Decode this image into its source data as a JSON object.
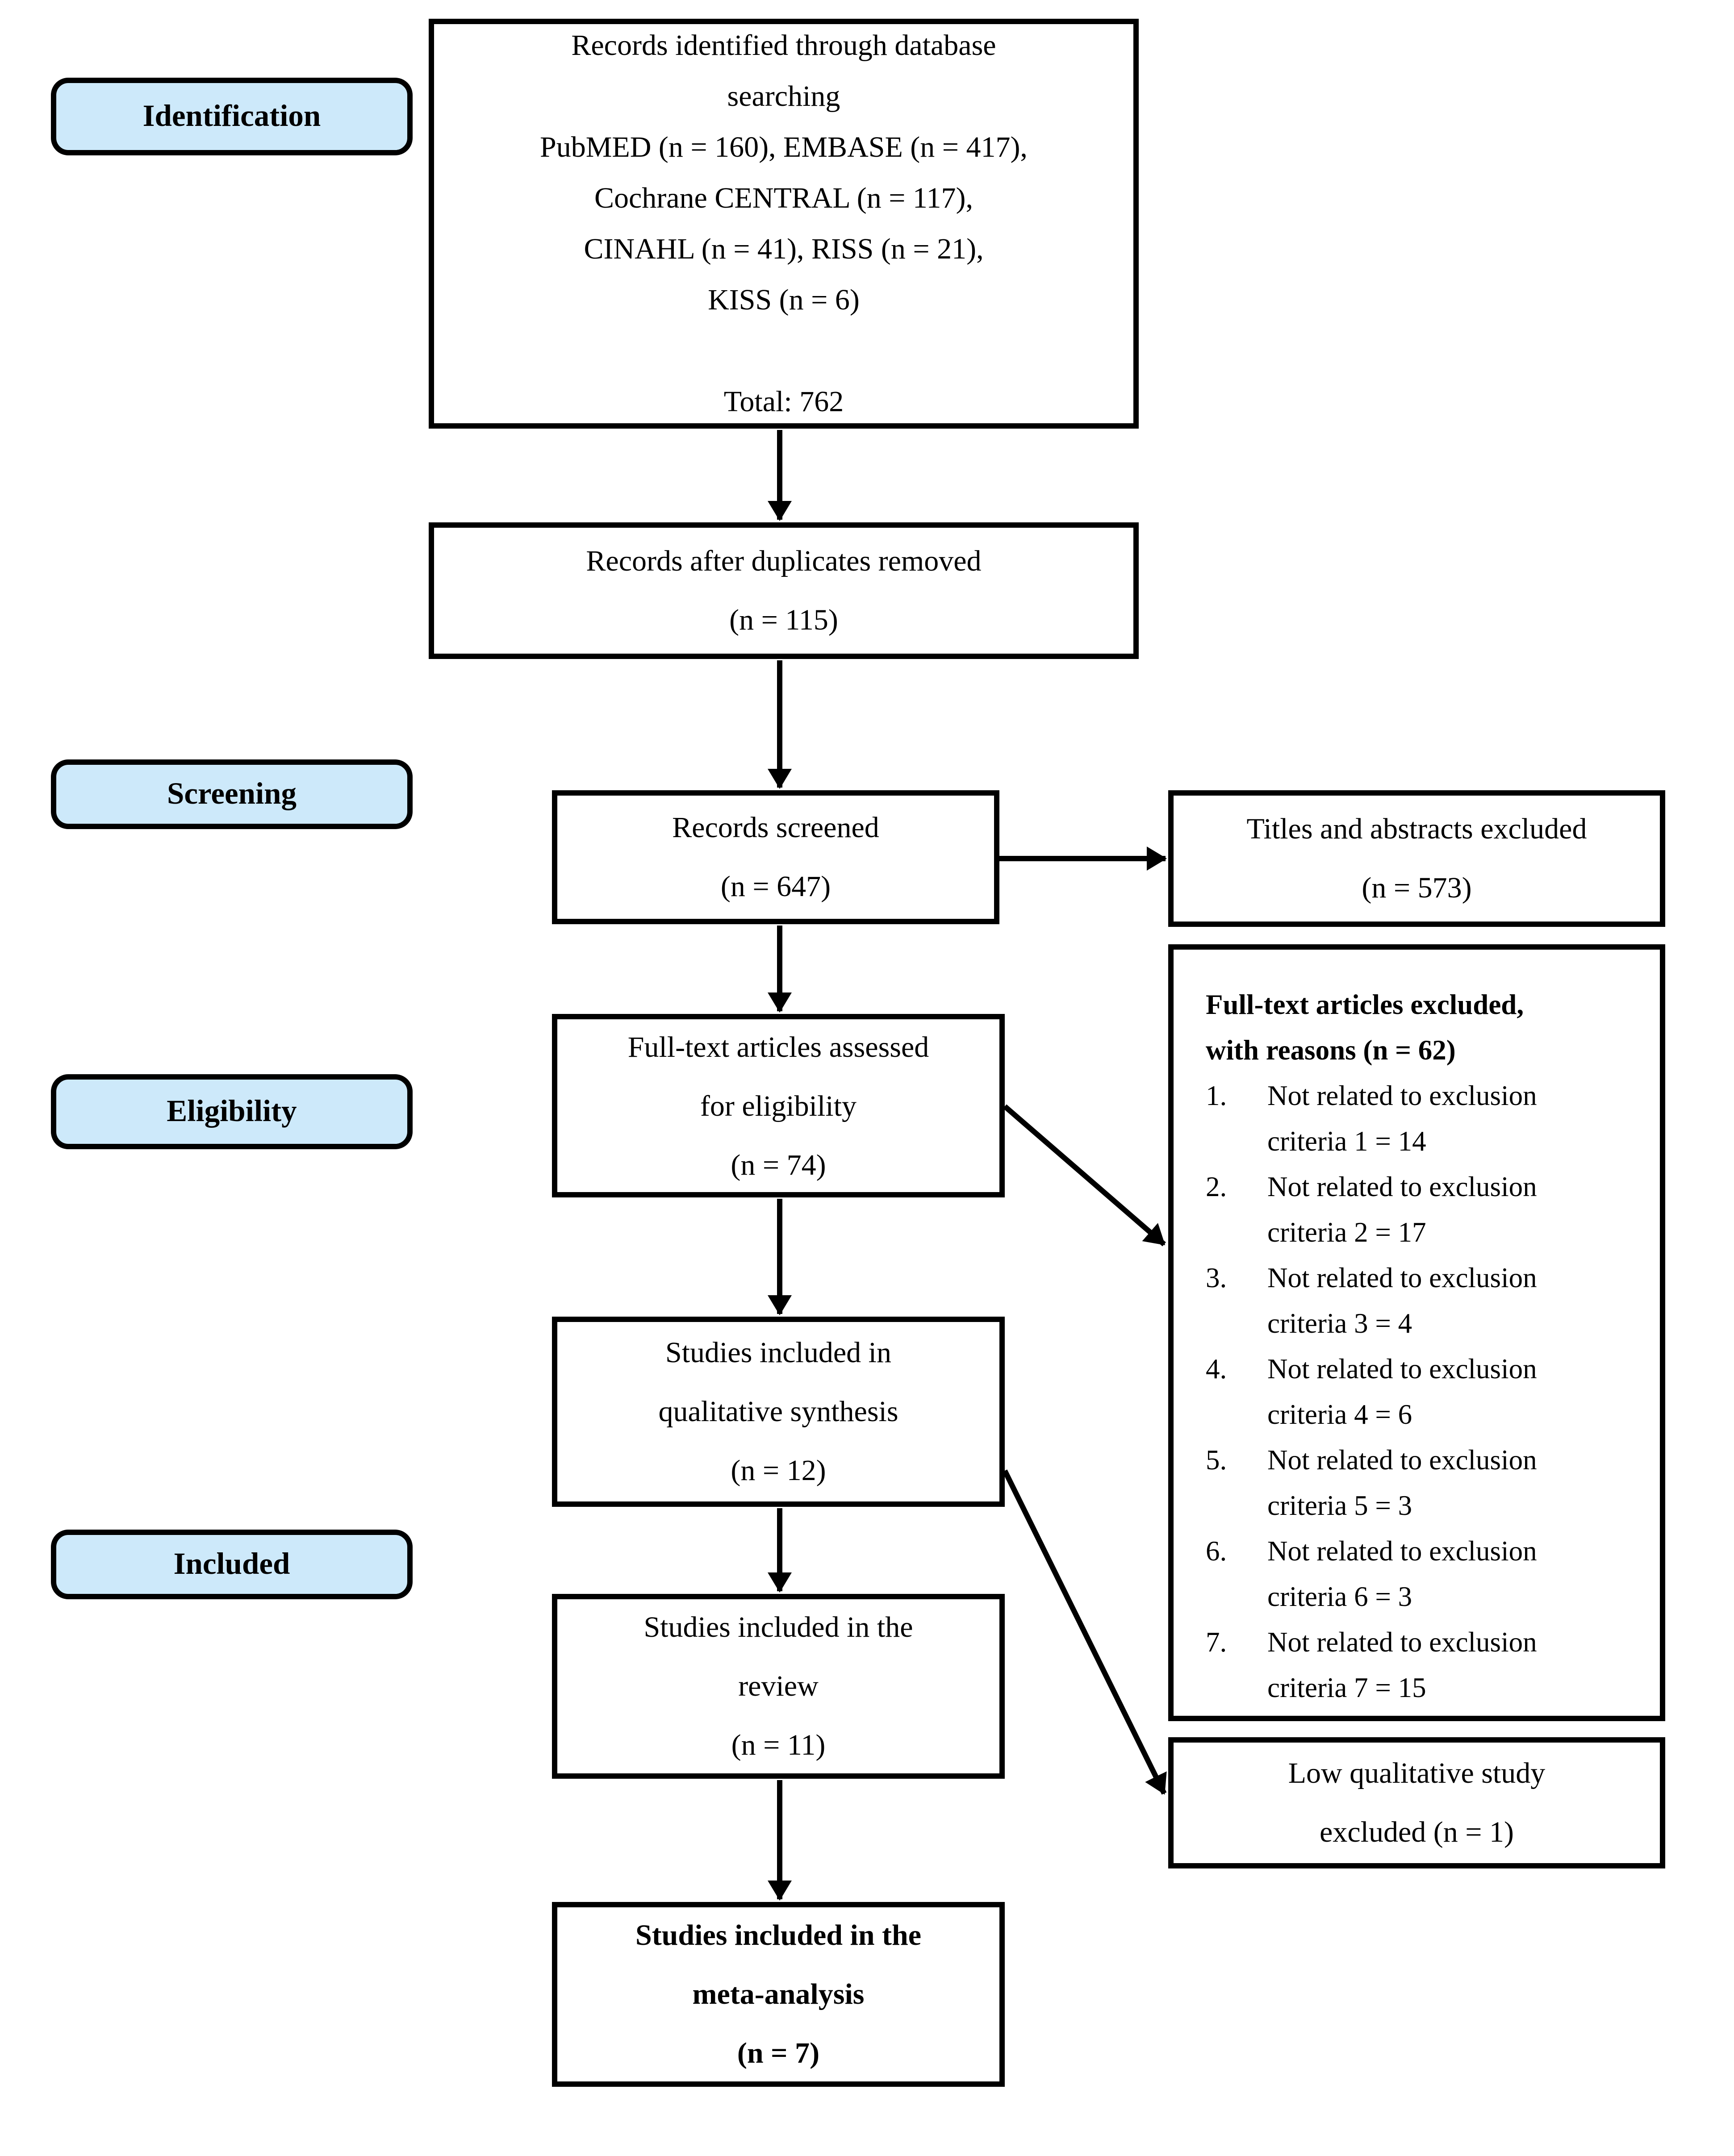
{
  "colors": {
    "stage_fill": "#cde9fa",
    "line": "#000000",
    "box_fill": "#ffffff"
  },
  "stages": [
    {
      "label": "Identification"
    },
    {
      "label": "Screening"
    },
    {
      "label": "Eligibility"
    },
    {
      "label": "Included"
    }
  ],
  "boxes": {
    "identified": {
      "lines": [
        "Records identified through database",
        "searching",
        "PubMED (n = 160), EMBASE (n = 417),",
        "Cochrane CENTRAL (n = 117),",
        "CINAHL (n = 41), RISS (n = 21),",
        "KISS (n = 6)",
        "",
        "Total: 762"
      ]
    },
    "duplicates": {
      "lines": [
        "Records after duplicates removed",
        "(n = 115)"
      ]
    },
    "screened": {
      "lines": [
        "Records screened",
        "(n = 647)"
      ]
    },
    "titles_excluded": {
      "lines": [
        "Titles and abstracts excluded",
        "(n = 573)"
      ]
    },
    "fulltext_assessed": {
      "lines": [
        "Full-text articles assessed",
        "for eligibility",
        "(n = 74)"
      ]
    },
    "fulltext_excluded": {
      "title_lines": [
        "Full-text articles excluded,",
        "with reasons (n = 62)"
      ],
      "items": [
        {
          "num": "1.",
          "line1": "Not related to exclusion",
          "line2": "criteria 1 = 14"
        },
        {
          "num": "2.",
          "line1": "Not related to exclusion",
          "line2": "criteria 2 = 17"
        },
        {
          "num": "3.",
          "line1": "Not related to exclusion",
          "line2": "criteria 3 = 4"
        },
        {
          "num": "4.",
          "line1": "Not related to exclusion",
          "line2": "criteria 4 = 6"
        },
        {
          "num": "5.",
          "line1": "Not related to exclusion",
          "line2": "criteria 5 = 3"
        },
        {
          "num": "6.",
          "line1": "Not related to exclusion",
          "line2": "criteria 6 = 3"
        },
        {
          "num": "7.",
          "line1": "Not related to exclusion",
          "line2": "criteria 7 = 15"
        }
      ]
    },
    "qual_synthesis": {
      "lines": [
        "Studies included in",
        "qualitative synthesis",
        "(n = 12)"
      ]
    },
    "review": {
      "lines": [
        "Studies included in the",
        "review",
        "(n = 11)"
      ]
    },
    "low_qual_excluded": {
      "lines": [
        "Low qualitative study",
        "excluded (n = 1)"
      ]
    },
    "meta_analysis": {
      "lines": [
        "Studies included in the",
        "meta-analysis",
        "(n = 7)"
      ]
    }
  }
}
